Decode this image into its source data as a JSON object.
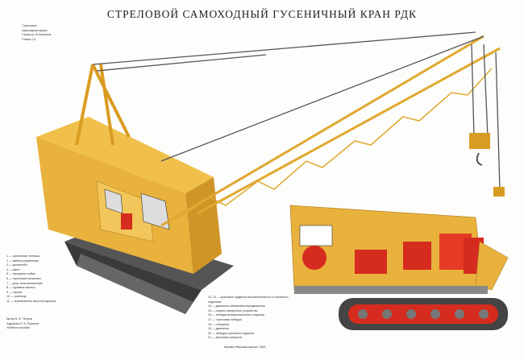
{
  "title": "СТРЕЛОВОЙ САМОХОДНЫЙ ГУСЕНИЧНЫЙ КРАН РДК",
  "subtitle_lines": [
    "Стреловые",
    "самоходные краны",
    "Серия из 10 плакатов",
    "Плакат 14"
  ],
  "legend_left": [
    "1 — гусеничная тележка",
    "2 — кабина управления",
    "3 — кронштейн",
    "4 — капот",
    "5 — передняя стойка",
    "6 — стреловой полиспаст",
    "7 — упор телескопический",
    "8 — грузовые канаты",
    "9 — стрела",
    "10 — гусеница",
    "11 — ограничитель высоты подъема"
  ],
  "legend_right": [
    "12, 13 — крановые подвески вспомогательного и основного подъемов",
    "14 — двигатель механизма передвижения",
    "15 — опорно-поворотное устройство",
    "16 — лебедка вспомогательного подъема",
    "17 — стреловая лебедка",
    "18 — генератор",
    "19 — двигатель",
    "20 — лебедка основного подъема",
    "21 — механизм поворота"
  ],
  "credits": [
    "Автор В. Ф. Петров",
    "Художник Л. В. Горюнов",
    "Учебное пособие"
  ],
  "publisher": "Москва «Высшая школа» 1983",
  "colors": {
    "body": "#e8b23c",
    "frame": "#d99c22",
    "engine": "#d62b1f",
    "track": "#444444"
  }
}
